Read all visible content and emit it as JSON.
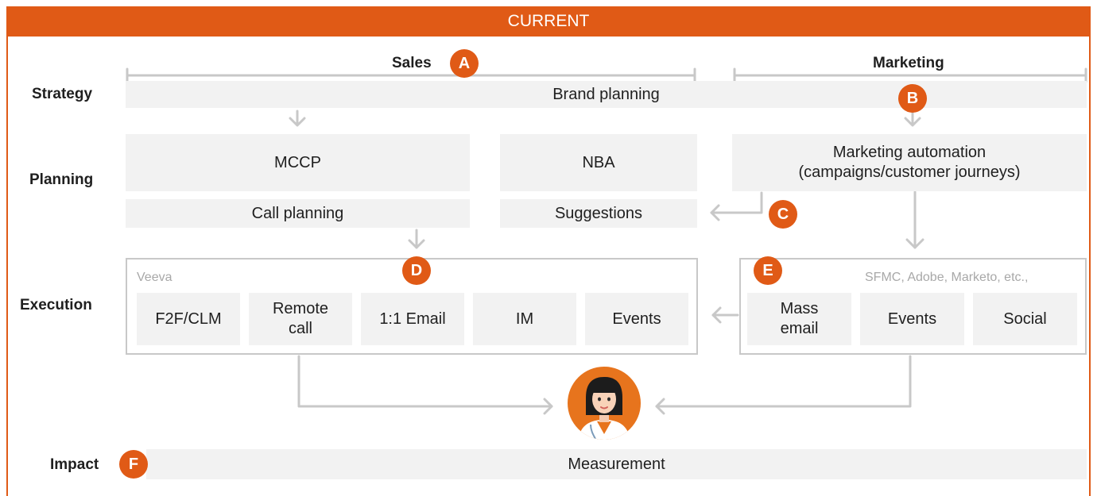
{
  "header": {
    "title": "CURRENT"
  },
  "columns": {
    "sales": "Sales",
    "marketing": "Marketing"
  },
  "rows": {
    "strategy": "Strategy",
    "planning": "Planning",
    "execution": "Execution",
    "impact": "Impact"
  },
  "boxes": {
    "brand_planning": "Brand planning",
    "mccp": "MCCP",
    "nba": "NBA",
    "marketing_automation": "Marketing automation\n(campaigns/customer journeys)",
    "call_planning": "Call planning",
    "suggestions": "Suggestions",
    "measurement": "Measurement"
  },
  "sales_panel": {
    "label": "Veeva",
    "channels": [
      "F2F/CLM",
      "Remote\ncall",
      "1:1 Email",
      "IM",
      "Events"
    ]
  },
  "marketing_panel": {
    "label": "SFMC, Adobe, Marketo, etc.,",
    "channels": [
      "Mass\nemail",
      "Events",
      "Social"
    ]
  },
  "badges": {
    "a": "A",
    "b": "B",
    "c": "C",
    "d": "D",
    "e": "E",
    "f": "F"
  },
  "colors": {
    "accent": "#e05a16",
    "box": "#f2f2f2",
    "connector": "#c8c8c8"
  },
  "icons": {
    "customer": "customer-avatar-icon"
  }
}
